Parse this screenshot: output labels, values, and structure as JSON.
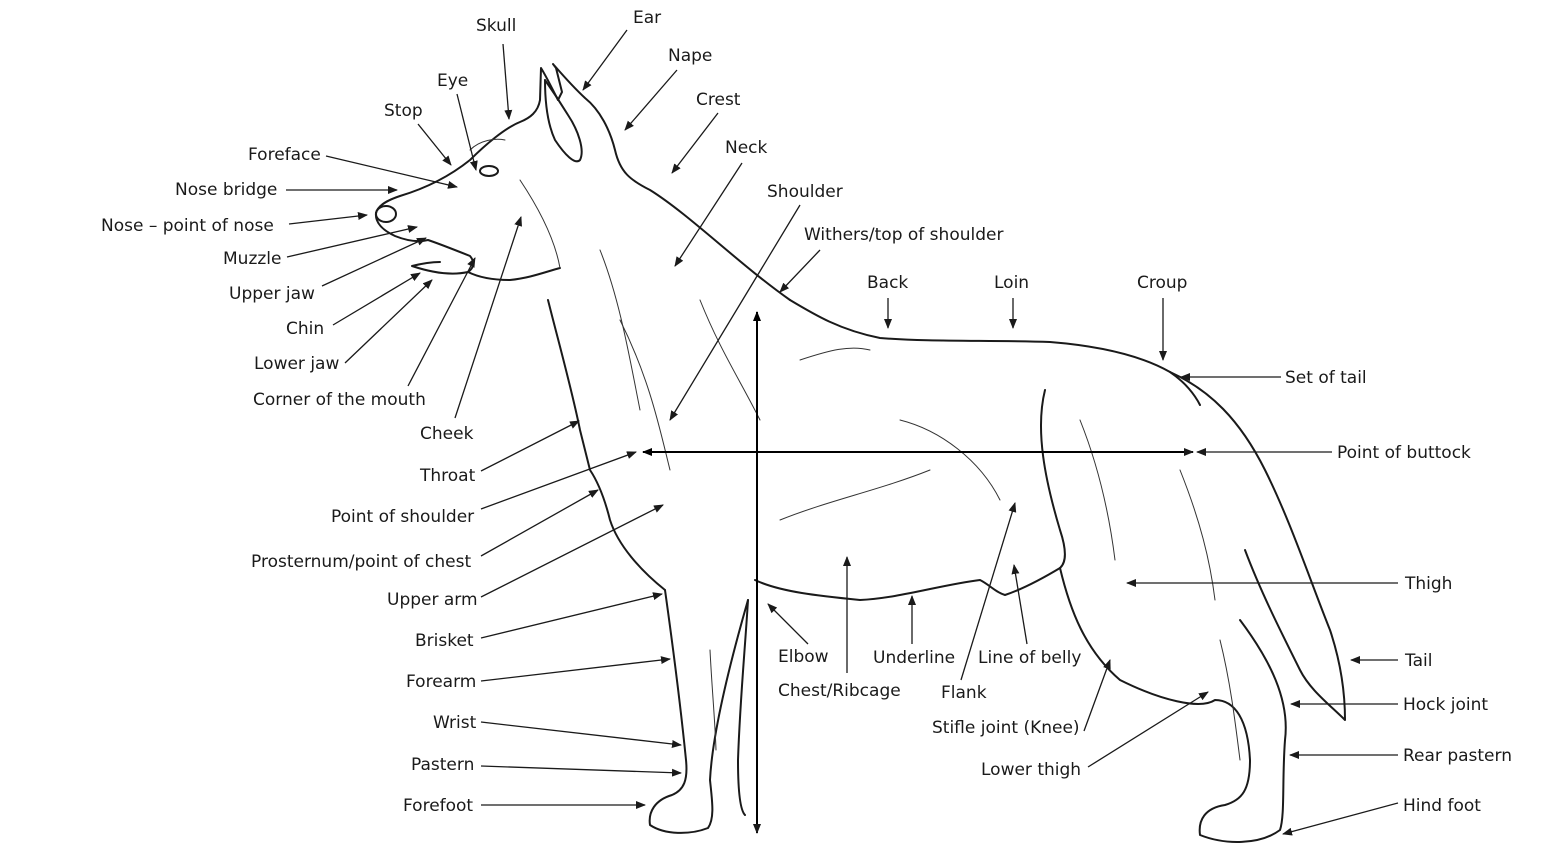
{
  "labels": {
    "skull": "Skull",
    "ear": "Ear",
    "nape": "Nape",
    "eye": "Eye",
    "crest": "Crest",
    "stop": "Stop",
    "neck": "Neck",
    "foreface": "Foreface",
    "shoulder": "Shoulder",
    "nose_bridge": "Nose bridge",
    "withers": "Withers/top of shoulder",
    "nose": "Nose – point of nose",
    "muzzle": "Muzzle",
    "back": "Back",
    "loin": "Loin",
    "croup": "Croup",
    "upper_jaw": "Upper jaw",
    "chin": "Chin",
    "lower_jaw": "Lower jaw",
    "set_of_tail": "Set of tail",
    "corner_of_mouth": "Corner of the mouth",
    "cheek": "Cheek",
    "point_of_buttock": "Point of buttock",
    "throat": "Throat",
    "point_of_shoulder": "Point of shoulder",
    "prosternum": "Prosternum/point of chest",
    "thigh": "Thigh",
    "upper_arm": "Upper arm",
    "brisket": "Brisket",
    "elbow": "Elbow",
    "underline": "Underline",
    "line_of_belly": "Line of belly",
    "tail": "Tail",
    "forearm": "Forearm",
    "chest_ribcage": "Chest/Ribcage",
    "flank": "Flank",
    "hock_joint": "Hock joint",
    "wrist": "Wrist",
    "stifle_joint": "Stifle joint (Knee)",
    "pastern": "Pastern",
    "lower_thigh": "Lower thigh",
    "rear_pastern": "Rear pastern",
    "forefoot": "Forefoot",
    "hind_foot": "Hind foot"
  }
}
